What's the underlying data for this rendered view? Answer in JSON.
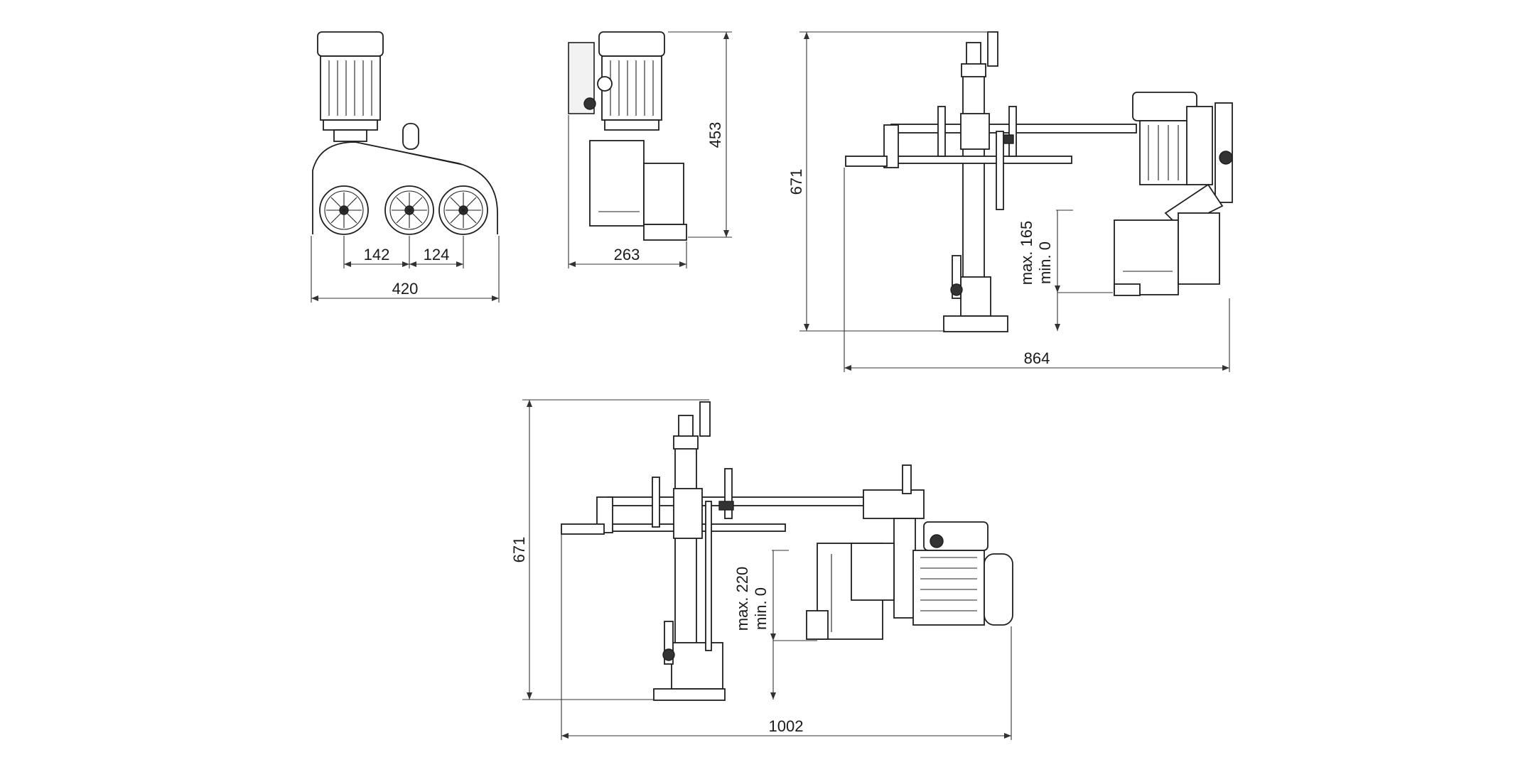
{
  "drawing": {
    "colors": {
      "line": "#1f1f1f",
      "background": "#ffffff",
      "dimension": "#333333"
    },
    "views": [
      {
        "name": "front-view",
        "dimensions": {
          "roller_spacing_1": "142",
          "roller_spacing_2": "124",
          "overall_width": "420"
        }
      },
      {
        "name": "side-view",
        "dimensions": {
          "depth": "263",
          "height": "453"
        }
      },
      {
        "name": "elevation-view-1",
        "dimensions": {
          "overall_height": "671",
          "overall_length": "864",
          "range_max": "max. 165",
          "range_min": "min. 0"
        }
      },
      {
        "name": "elevation-view-2",
        "dimensions": {
          "overall_height": "671",
          "overall_length": "1002",
          "range_max": "max. 220",
          "range_min": "min. 0"
        }
      }
    ]
  }
}
